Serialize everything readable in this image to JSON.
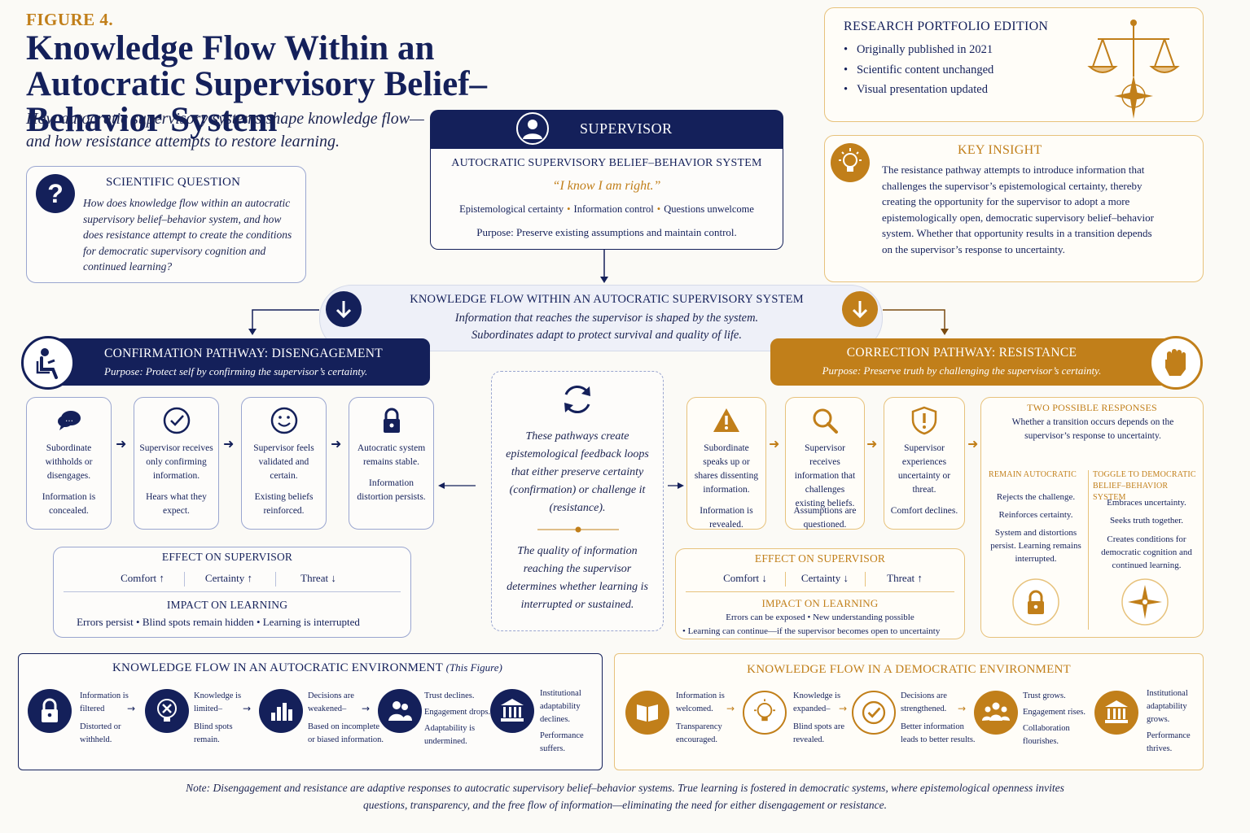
{
  "figure_label": "FIGURE 4.",
  "title": "Knowledge Flow Within an Autocratic Supervisory Belief–Behavior System",
  "subtitle": "How autocratic supervisory systems shape knowledge flow— and how resistance attempts to restore learning.",
  "scientific_question": {
    "title": "SCIENTIFIC QUESTION",
    "text": "How does knowledge flow within an autocratic supervisory belief–behavior system, and how does resistance attempt to create the conditions for democratic supervisory cognition and continued learning?"
  },
  "supervisor": {
    "label": "SUPERVISOR",
    "system": "AUTOCRATIC SUPERVISORY BELIEF–BEHAVIOR SYSTEM",
    "quote": "“I know I am right.”",
    "traits": [
      "Epistemological certainty",
      "Information control",
      "Questions unwelcome"
    ],
    "purpose": "Purpose: Preserve existing assumptions and maintain control."
  },
  "research_portfolio": {
    "title": "RESEARCH PORTFOLIO EDITION",
    "items": [
      "Originally published in 2021",
      "Scientific content unchanged",
      "Visual presentation updated"
    ]
  },
  "key_insight": {
    "title": "KEY INSIGHT",
    "text": "The resistance pathway attempts to introduce information that challenges the supervisor’s epistemological certainty, thereby creating the opportunity for the supervisor to adopt a more epistemologically open, democratic supervisory belief–behavior system. Whether that opportunity results in a transition depends on the supervisor’s response to uncertainty."
  },
  "knowledge_flow": {
    "title": "KNOWLEDGE FLOW WITHIN AN AUTOCRATIC SUPERVISORY SYSTEM",
    "line1": "Information that reaches the supervisor is shaped by the system.",
    "line2": "Subordinates adapt to protect survival and quality of life."
  },
  "confirmation": {
    "title": "CONFIRMATION PATHWAY: DISENGAGEMENT",
    "purpose": "Purpose: Protect self by confirming the supervisor’s certainty.",
    "steps": [
      {
        "icon": "speech-bubble-icon",
        "main": "Subordinate withholds or disengages.",
        "sub": "Information is concealed."
      },
      {
        "icon": "check-circle-icon",
        "main": "Supervisor receives only confirming information.",
        "sub": "Hears what they expect."
      },
      {
        "icon": "smiley-icon",
        "main": "Supervisor feels validated and certain.",
        "sub": "Existing beliefs reinforced."
      },
      {
        "icon": "lock-icon",
        "main": "Autocratic system remains stable.",
        "sub": "Information distortion persists."
      }
    ],
    "effect": {
      "title": "EFFECT ON SUPERVISOR",
      "items": [
        "Comfort ↑",
        "Certainty ↑",
        "Threat ↓"
      ],
      "learning_title": "IMPACT ON LEARNING",
      "learning": "Errors persist  •  Blind spots remain hidden  •  Learning is interrupted"
    }
  },
  "center": {
    "text1": "These pathways create epistemological feedback loops that either preserve certainty (confirmation) or challenge it (resistance).",
    "text2": "The quality of information reaching the supervisor determines whether learning is interrupted or sustained."
  },
  "resistance": {
    "title": "CORRECTION PATHWAY: RESISTANCE",
    "purpose": "Purpose: Preserve truth by challenging the supervisor’s certainty.",
    "steps": [
      {
        "icon": "warning-icon",
        "main": "Subordinate speaks up or shares dissenting information.",
        "sub": "Information is revealed."
      },
      {
        "icon": "magnifier-icon",
        "main": "Supervisor receives information that challenges existing beliefs.",
        "sub": "Assumptions are questioned."
      },
      {
        "icon": "shield-alert-icon",
        "main": "Supervisor experiences uncertainty or threat.",
        "sub": "Comfort declines."
      }
    ],
    "effect": {
      "title": "EFFECT ON SUPERVISOR",
      "items": [
        "Comfort ↓",
        "Certainty ↓",
        "Threat ↑"
      ],
      "learning_title": "IMPACT ON LEARNING",
      "learning1": "Errors can be exposed  •  New understanding possible",
      "learning2": "•  Learning can continue—if the supervisor becomes open to uncertainty"
    }
  },
  "two_responses": {
    "title": "TWO POSSIBLE RESPONSES",
    "desc": "Whether a transition occurs depends on the supervisor’s response to uncertainty.",
    "autocratic": {
      "title": "REMAIN AUTOCRATIC",
      "items": [
        "Rejects the challenge.",
        "Reinforces certainty.",
        "System and distortions persist. Learning remains interrupted."
      ]
    },
    "democratic": {
      "title": "TOGGLE TO DEMOCRATIC BELIEF–BEHAVIOR SYSTEM",
      "items": [
        "Embraces uncertainty.",
        "Seeks truth together.",
        "Creates conditions for democratic cognition and continued learning."
      ]
    }
  },
  "autocratic_env": {
    "title": "KNOWLEDGE FLOW IN AN AUTOCRATIC ENVIRONMENT",
    "title_note": "(This Figure)",
    "items": [
      {
        "icon": "lock-icon",
        "l1": "Information is filtered",
        "l2": "Distorted or withheld."
      },
      {
        "icon": "lightbulb-x-icon",
        "l1": "Knowledge is limited–",
        "l2": "Blind spots remain."
      },
      {
        "icon": "bar-chart-icon",
        "l1": "Decisions are weakened–",
        "l2": "Based on incomplete or biased information."
      },
      {
        "icon": "people-icon",
        "l1": "Trust declines.",
        "l2": "Engagement drops.",
        "l3": "Adaptability is undermined."
      },
      {
        "icon": "institution-icon",
        "l1": "Institutional adaptability declines.",
        "l2": "Performance suffers."
      }
    ]
  },
  "democratic_env": {
    "title": "KNOWLEDGE FLOW IN A DEMOCRATIC ENVIRONMENT",
    "items": [
      {
        "icon": "book-icon",
        "l1": "Information is welcomed.",
        "l2": "Transparency encouraged."
      },
      {
        "icon": "lightbulb-icon",
        "l1": "Knowledge is expanded–",
        "l2": "Blind spots are revealed."
      },
      {
        "icon": "check-circle-icon",
        "l1": "Decisions are strengthened.",
        "l2": "Better information leads to better results."
      },
      {
        "icon": "group-icon",
        "l1": "Trust grows.",
        "l2": "Engagement rises.",
        "l3": "Collaboration flourishes."
      },
      {
        "icon": "institution-icon",
        "l1": "Institutional adaptability grows.",
        "l2": "Performance thrives."
      }
    ]
  },
  "note": "Note: Disengagement and resistance are adaptive responses to autocratic supervisory belief–behavior systems. True learning is fostered in democratic systems, where epistemological openness invites questions, transparency, and the free flow of information—eliminating the need for either disengagement or resistance.",
  "colors": {
    "navy": "#14205a",
    "gold": "#c17f1a",
    "background": "#fbfaf6"
  }
}
